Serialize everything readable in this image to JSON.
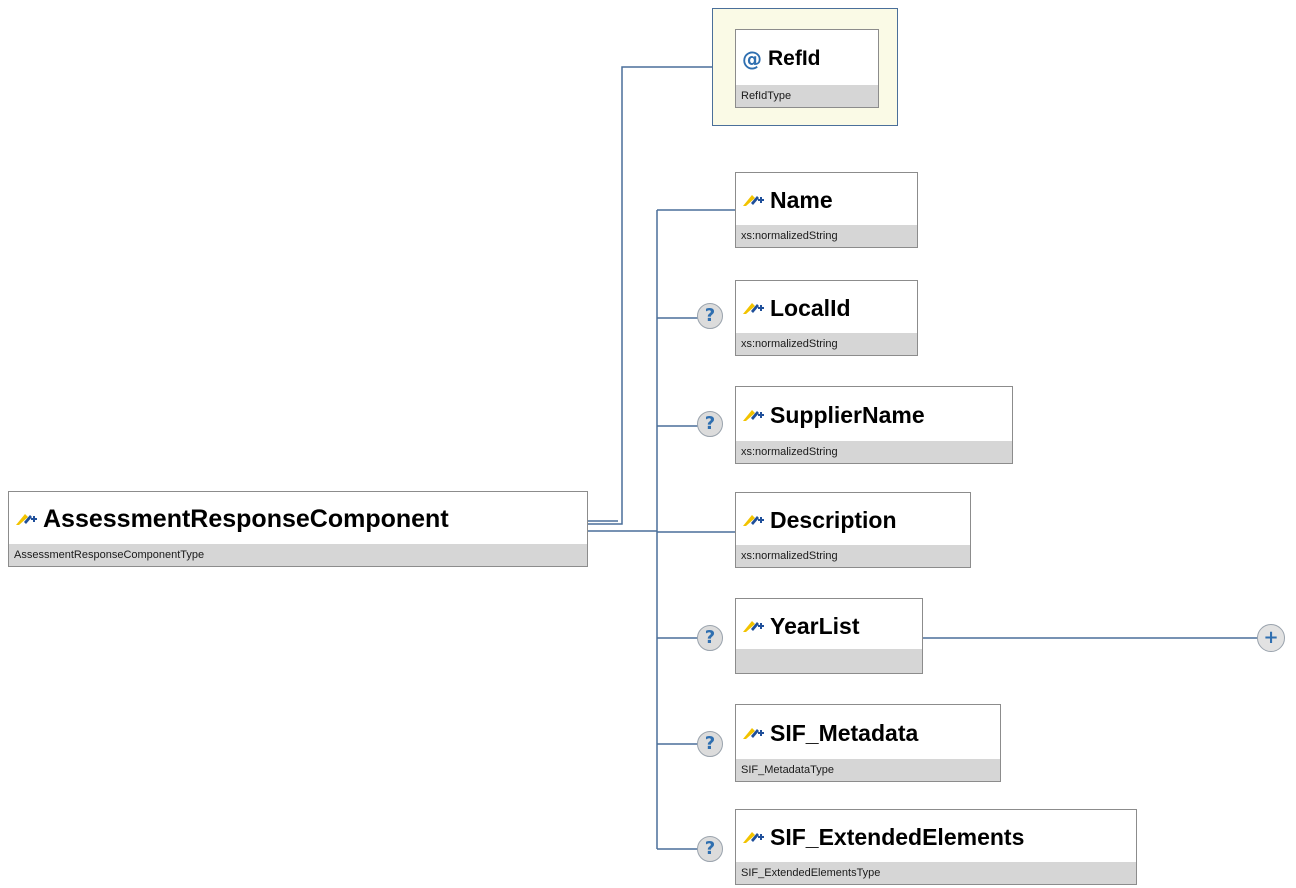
{
  "root": {
    "name": "AssessmentResponseComponent",
    "type": "AssessmentResponseComponentType"
  },
  "attribute": {
    "name": "RefId",
    "type": "RefIdType",
    "symbol": "@"
  },
  "elements": [
    {
      "name": "Name",
      "type": "xs:normalizedString",
      "optional": false
    },
    {
      "name": "LocalId",
      "type": "xs:normalizedString",
      "optional": true
    },
    {
      "name": "SupplierName",
      "type": "xs:normalizedString",
      "optional": true
    },
    {
      "name": "Description",
      "type": "xs:normalizedString",
      "optional": false
    },
    {
      "name": "YearList",
      "type": "",
      "optional": true,
      "expandable": true
    },
    {
      "name": "SIF_Metadata",
      "type": "SIF_MetadataType",
      "optional": true
    },
    {
      "name": "SIF_ExtendedElements",
      "type": "SIF_ExtendedElementsType",
      "optional": true
    }
  ],
  "optional_marker": "?",
  "expand_marker": "+",
  "colors": {
    "connector": "#4a6f9a",
    "type_band": "#d6d6d6",
    "attribute_bg": "#fafae6",
    "icon_yellow": "#f2c300",
    "icon_blue": "#1f4f9a"
  }
}
